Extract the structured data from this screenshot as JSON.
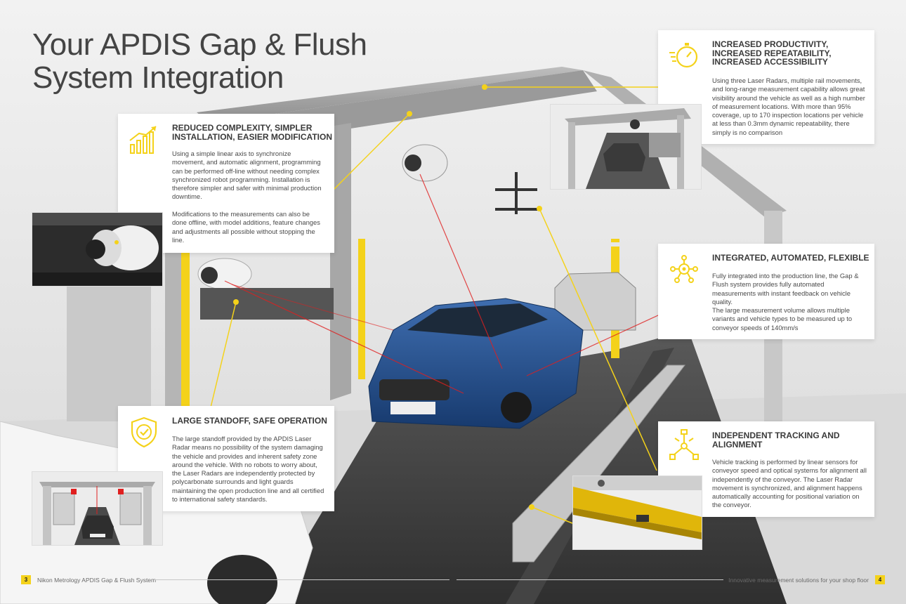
{
  "title": {
    "line1": "Your APDIS Gap & Flush",
    "line2": "System Integration"
  },
  "accent_color": "#f4d21a",
  "laser_color": "#e01f1f",
  "cards": {
    "productivity": {
      "icon": "stopwatch-icon",
      "heading": [
        "INCREASED PRODUCTIVITY,",
        "INCREASED REPEATABILITY,",
        "INCREASED ACCESSIBILITY"
      ],
      "body": "Using three Laser Radars, multiple rail movements, and long-range measurement capability allows great visibility around the vehicle as well as a high number of measurement locations. With more than 95% coverage, up to 170 inspection locations per vehicle at less than 0.3mm dynamic repeatability, there simply is no comparison"
    },
    "complexity": {
      "icon": "growth-chart-icon",
      "heading": [
        "REDUCED COMPLEXITY, SIMPLER",
        "INSTALLATION, EASIER MODIFICATION"
      ],
      "body1": "Using a simple linear axis to synchronize movement, and automatic alignment, programming can be performed off-line without needing complex synchronized robot programming. Installation is therefore simpler and safer with minimal production downtime.",
      "body2": "Modifications to the measurements can also be done offline, with model additions, feature changes and adjustments all possible without stopping the line."
    },
    "integrated": {
      "icon": "gear-network-icon",
      "heading": [
        "INTEGRATED, AUTOMATED, FLEXIBLE"
      ],
      "body1": "Fully integrated into the production line, the Gap & Flush system provides fully automated measurements with instant feedback on vehicle quality.",
      "body2": "The large measurement volume allows multiple variants and vehicle types to be measured up to conveyor speeds of 140mm/s"
    },
    "standoff": {
      "icon": "shield-check-icon",
      "heading": [
        "LARGE STANDOFF, SAFE OPERATION"
      ],
      "body": "The large standoff provided by the APDIS Laser Radar means no possibility of the system damaging the vehicle and provides and inherent safety zone around the vehicle. With no robots to worry about, the Laser Radars are independently protected by polycarbonate surrounds and light guards maintaining the open production line and all certified to international safety standards."
    },
    "tracking": {
      "icon": "alignment-nodes-icon",
      "heading": [
        "INDEPENDENT TRACKING AND",
        "ALIGNMENT"
      ],
      "body": "Vehicle tracking is performed by linear sensors for conveyor speed and optical systems for alignment all independently of the conveyor. The Laser Radar movement is synchronized, and alignment happens automatically accounting for positional variation on the conveyor."
    }
  },
  "footer": {
    "left_page": "3",
    "left_text": "Nikon Metrology APDIS Gap & Flush System",
    "right_text": "Innovative measurement solutions for your shop floor",
    "right_page": "4"
  }
}
